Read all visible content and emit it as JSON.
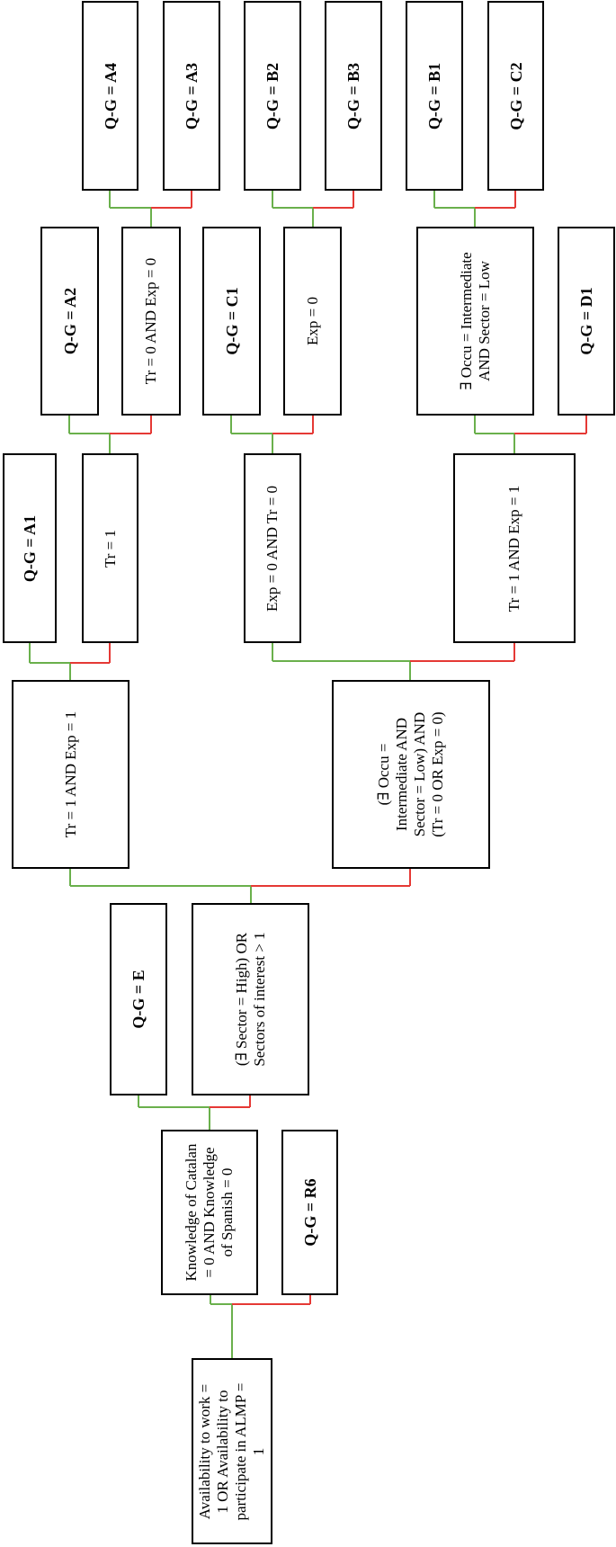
{
  "diagram": {
    "colors": {
      "yes_branch": "#6ab04c",
      "no_branch": "#e53935",
      "border": "#000000"
    },
    "nodes": {
      "root": "Availability to work =\n1 OR Availability to\nparticipate in ALMP =\n1",
      "language": "Knowledge of Catalan\n= 0 AND Knowledge\nof Spanish = 0",
      "r6": "Q-G = R6",
      "sector": "(∃ Sector = High) OR\nSectors of interest > 1",
      "e": "Q-G = E",
      "tr_exp_1": "Tr = 1 AND Exp = 1",
      "occu_sector": "(∃ Occu =\nIntermediate AND\nSector = Low) AND\n(Tr = 0 OR Exp = 0)",
      "a1": "Q-G = A1",
      "tr1": "Tr = 1",
      "a2": "Q-G = A2",
      "tr0_exp0": "Tr = 0 AND Exp = 0",
      "a4": "Q-G = A4",
      "a3": "Q-G = A3",
      "exp0_tr0": "Exp = 0 AND Tr = 0",
      "c1": "Q-G = C1",
      "exp0": "Exp = 0",
      "b2": "Q-G = B2",
      "b3": "Q-G = B3",
      "tr1_exp1_b": "Tr = 1 AND Exp = 1",
      "occu_low": "∃ Occu = Intermediate\nAND Sector = Low",
      "d1": "Q-G = D1",
      "b1": "Q-G = B1",
      "c2": "Q-G = C2"
    }
  }
}
